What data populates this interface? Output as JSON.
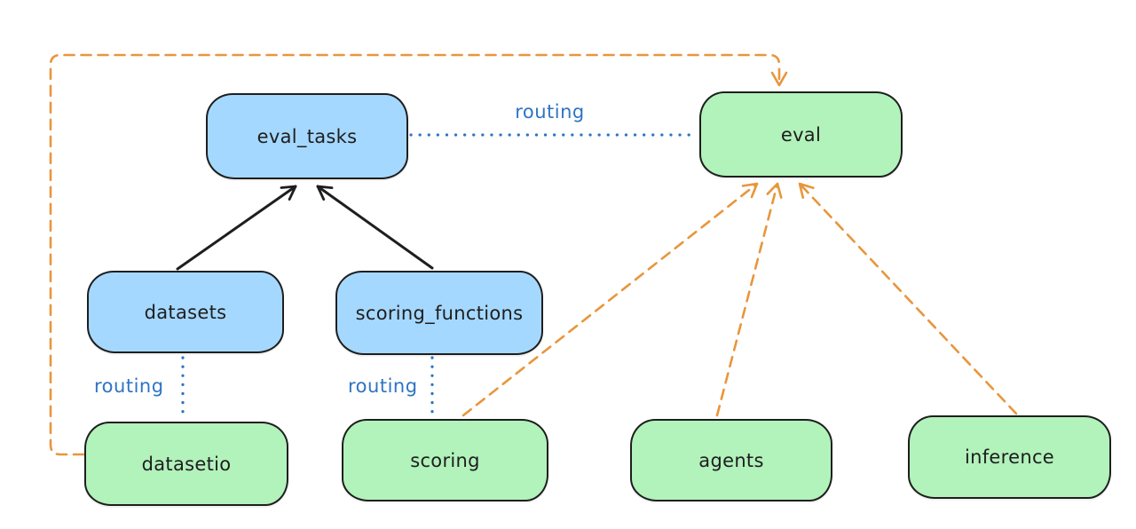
{
  "diagram": {
    "background": "#ffffff",
    "nodes": [
      {
        "id": "eval_tasks",
        "label": "eval_tasks",
        "kind": "api",
        "fill": "#a5d8ff"
      },
      {
        "id": "eval",
        "label": "eval",
        "kind": "provider",
        "fill": "#b2f2bb"
      },
      {
        "id": "datasets",
        "label": "datasets",
        "kind": "api",
        "fill": "#a5d8ff"
      },
      {
        "id": "scoring_functions",
        "label": "scoring_functions",
        "kind": "api",
        "fill": "#a5d8ff"
      },
      {
        "id": "datasetio",
        "label": "datasetio",
        "kind": "provider",
        "fill": "#b2f2bb"
      },
      {
        "id": "scoring",
        "label": "scoring",
        "kind": "provider",
        "fill": "#b2f2bb"
      },
      {
        "id": "agents",
        "label": "agents",
        "kind": "provider",
        "fill": "#b2f2bb"
      },
      {
        "id": "inference",
        "label": "inference",
        "kind": "provider",
        "fill": "#b2f2bb"
      }
    ],
    "edges": [
      {
        "from": "datasets",
        "to": "eval_tasks",
        "style": "solid-arrow",
        "color": "#1e1e1e"
      },
      {
        "from": "scoring_functions",
        "to": "eval_tasks",
        "style": "solid-arrow",
        "color": "#1e1e1e"
      },
      {
        "from": "eval_tasks",
        "to": "eval",
        "style": "dotted",
        "color": "#2e74c4",
        "label": "routing"
      },
      {
        "from": "datasets",
        "to": "datasetio",
        "style": "dotted",
        "color": "#2e74c4",
        "label": "routing"
      },
      {
        "from": "scoring_functions",
        "to": "scoring",
        "style": "dotted",
        "color": "#2e74c4",
        "label": "routing"
      },
      {
        "from": "datasetio",
        "to": "eval",
        "style": "dashed-arrow",
        "color": "#e8963c",
        "route": "left-top-loop"
      },
      {
        "from": "scoring",
        "to": "eval",
        "style": "dashed-arrow",
        "color": "#e8963c"
      },
      {
        "from": "agents",
        "to": "eval",
        "style": "dashed-arrow",
        "color": "#e8963c"
      },
      {
        "from": "inference",
        "to": "eval",
        "style": "dashed-arrow",
        "color": "#e8963c"
      }
    ],
    "colors": {
      "node_stroke": "#1e1e1e",
      "api_fill": "#a5d8ff",
      "provider_fill": "#b2f2bb",
      "routing_blue": "#2e74c4",
      "dashed_orange": "#e8963c",
      "background": "#ffffff"
    }
  }
}
